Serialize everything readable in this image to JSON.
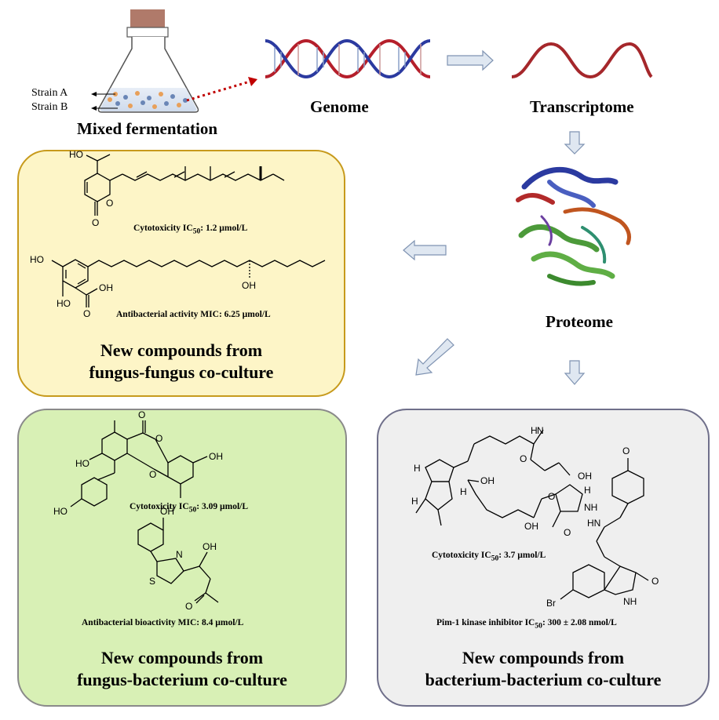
{
  "flow": {
    "mixed_fermentation": "Mixed fermentation",
    "strain_a": "Strain A",
    "strain_b": "Strain B",
    "genome": "Genome",
    "transcriptome": "Transcriptome",
    "proteome": "Proteome"
  },
  "boxes": {
    "fungus_fungus": {
      "title_line1": "New compounds from",
      "title_line2": "fungus-fungus co-culture",
      "bg": "#fdf5c7",
      "border": "#c79a1c",
      "note1_prefix": "Cytotoxicity IC",
      "note1_sub": "50",
      "note1_suffix": ": 1.2 µmol/L",
      "note2": "Antibacterial activity MIC: 6.25 µmol/L"
    },
    "fungus_bacterium": {
      "title_line1": "New compounds from",
      "title_line2": "fungus-bacterium co-culture",
      "bg": "#d8f0b5",
      "border": "#8a8a8a",
      "note1_prefix": "Cytotoxicity IC",
      "note1_sub": "50",
      "note1_suffix": ": 3.09 µmol/L",
      "note2": "Antibacterial bioactivity MIC: 8.4 µmol/L"
    },
    "bacterium_bacterium": {
      "title_line1": "New compounds from",
      "title_line2": "bacterium-bacterium co-culture",
      "bg": "#efefef",
      "border": "#6f6f8a",
      "note1_prefix": "Cytotoxicity IC",
      "note1_sub": "50",
      "note1_suffix": ": 3.7 µmol/L",
      "note2_prefix": "Pim-1 kinase inhibitor IC",
      "note2_sub": "50",
      "note2_suffix": ": 300 ± 2.08 nmol/L"
    }
  },
  "atoms": {
    "ho": "HO",
    "oh": "OH",
    "o": "O",
    "h": "H",
    "n": "N",
    "s": "S",
    "nh": "NH",
    "hn": "HN",
    "br": "Br"
  },
  "colors": {
    "dna_red": "#b51f2b",
    "dna_blue": "#2b3aa0",
    "arrow_fill": "#dfe7f1",
    "arrow_stroke": "#7f93b2",
    "dotted_arrow": "#c00000",
    "stopper": "#b07a6a"
  }
}
